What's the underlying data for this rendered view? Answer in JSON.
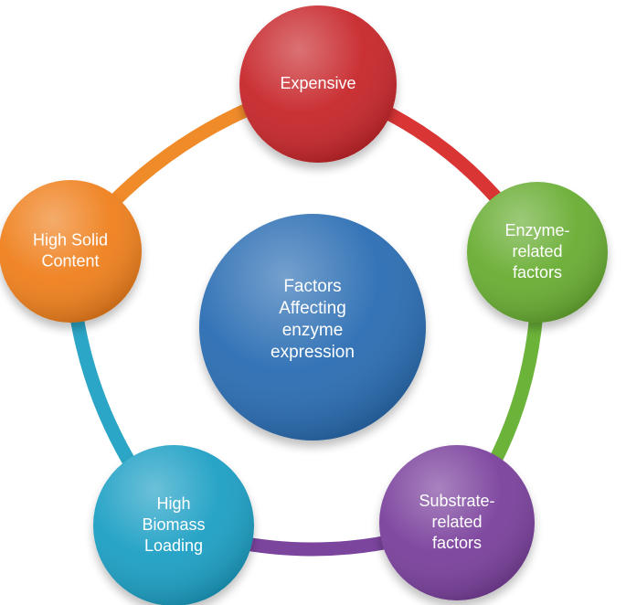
{
  "center": {
    "lines": [
      "Factors",
      "Affecting",
      "enzyme",
      "expression"
    ],
    "color": "#2a6db3"
  },
  "nodes": [
    {
      "id": "expensive",
      "lines": [
        "Expensive"
      ],
      "color": "#c7252b"
    },
    {
      "id": "enzyme-related-factors",
      "lines": [
        "Enzyme-",
        "related",
        "factors"
      ],
      "color": "#67ad31"
    },
    {
      "id": "substrate-related-factors",
      "lines": [
        "Substrate-",
        "related",
        "factors"
      ],
      "color": "#7a3f9c"
    },
    {
      "id": "high-biomass-loading",
      "lines": [
        "High",
        "Biomass",
        "Loading"
      ],
      "color": "#1f9fc4"
    },
    {
      "id": "high-solid-content",
      "lines": [
        "High Solid",
        "Content"
      ],
      "color": "#ef7f1a"
    }
  ],
  "connectors": [
    {
      "from": "expensive",
      "to": "enzyme-related-factors",
      "color": "#d93535"
    },
    {
      "from": "enzyme-related-factors",
      "to": "substrate-related-factors",
      "color": "#6cb33a"
    },
    {
      "from": "substrate-related-factors",
      "to": "high-biomass-loading",
      "color": "#7b449d"
    },
    {
      "from": "high-biomass-loading",
      "to": "high-solid-content",
      "color": "#2ca6c6"
    },
    {
      "from": "high-solid-content",
      "to": "expensive",
      "color": "#f08b2a"
    }
  ]
}
